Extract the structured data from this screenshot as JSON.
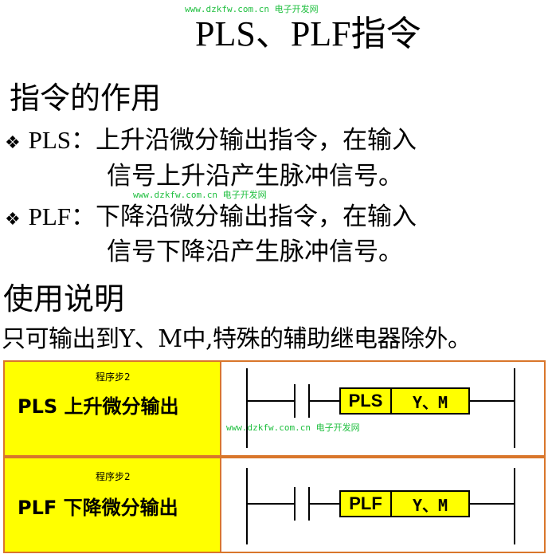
{
  "watermarks": {
    "top": {
      "url": "www.dzkfw.com.cn",
      "cn": "电子开发网"
    },
    "middle": {
      "url": "www.dzkfw.com.cn",
      "cn": "电子开发网"
    },
    "table": {
      "url": "www.dzkfw.com.cn",
      "cn": "电子开发网"
    }
  },
  "title": "PLS、PLF指令",
  "section1": {
    "heading": "指令的作用",
    "items": [
      {
        "bullet": "❖",
        "label": "PLS：",
        "line1": "上升沿微分输出指令，在输入",
        "line2": "信号上升沿产生脉冲信号。"
      },
      {
        "bullet": "❖",
        "label": "PLF：",
        "line1": "下降沿微分输出指令，在输入",
        "line2": "信号下降沿产生脉冲信号。"
      }
    ]
  },
  "section2": {
    "heading": "使用说明",
    "text": "只可输出到Y、M中,特殊的辅助继电器除外。"
  },
  "table": {
    "rows": [
      {
        "step": "程序步2",
        "instruction": "PLS  上升微分输出",
        "op": "PLS",
        "args": "Y、M"
      },
      {
        "step": "程序步2",
        "instruction": "PLF  下降微分输出",
        "op": "PLF",
        "args": "Y、M"
      }
    ]
  },
  "colors": {
    "accent_border": "#d9762b",
    "cell_fill": "#ffff00",
    "watermark": "#1fbf3f"
  }
}
